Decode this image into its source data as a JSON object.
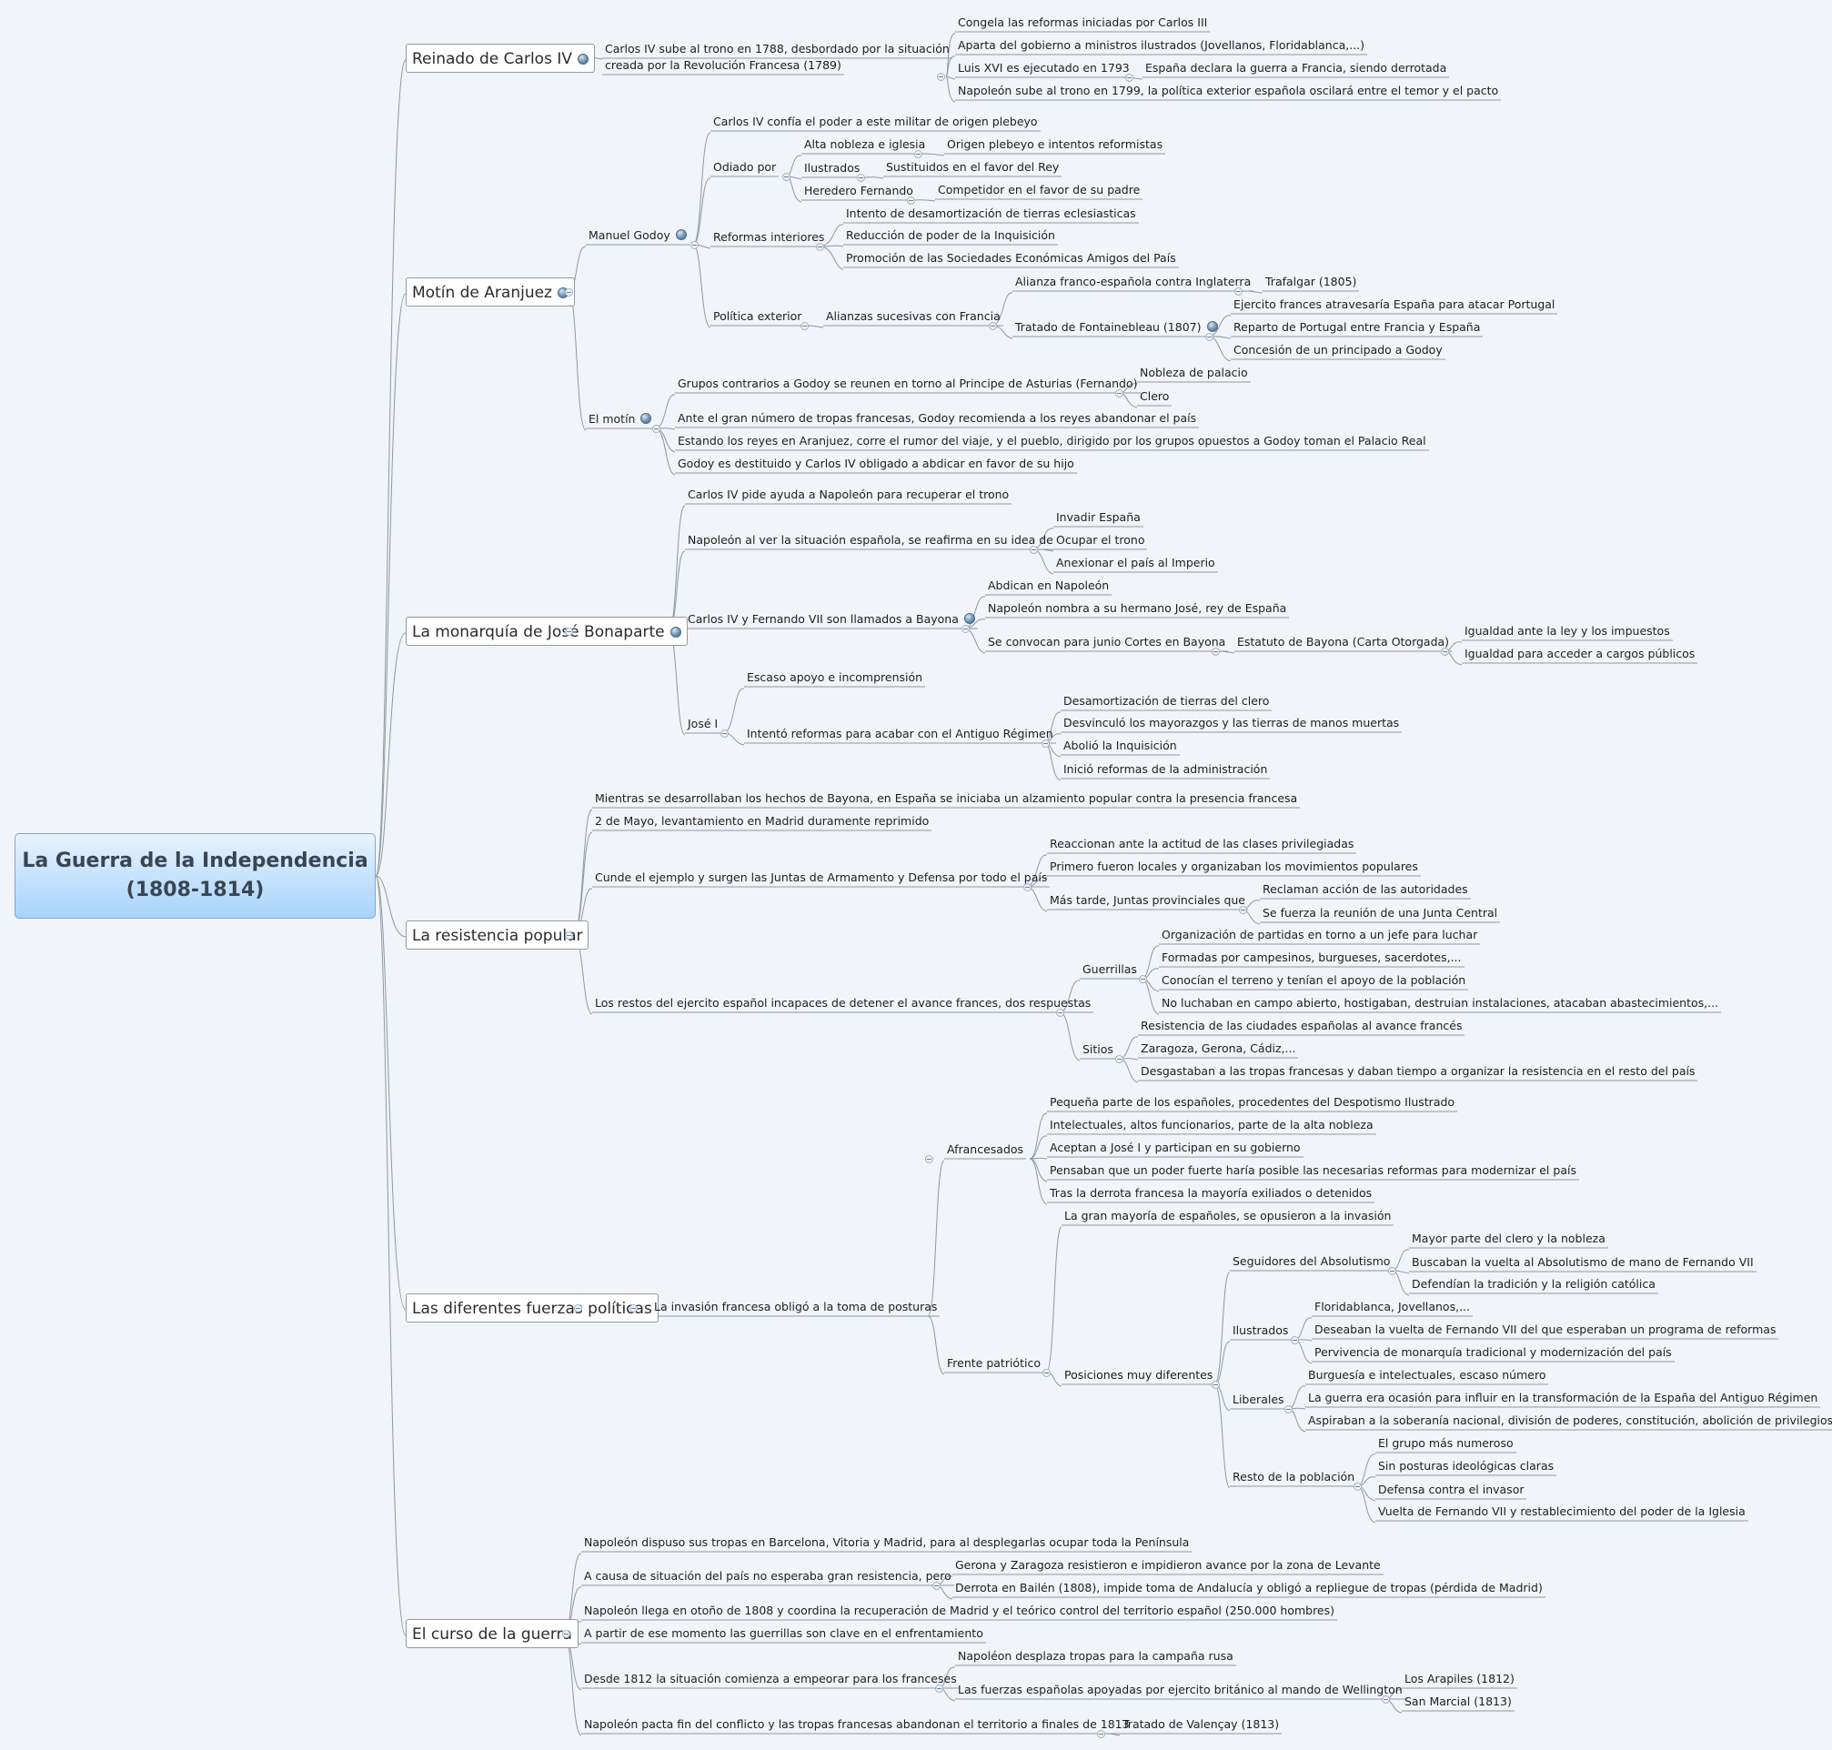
{
  "root": {
    "title_line1": "La Guerra de la Independencia",
    "title_line2": "(1808-1814)"
  },
  "branches": {
    "reinado": "Reinado de Carlos IV",
    "motin": "Motín de Aranjuez",
    "monarquia": "La monarquía de José Bonaparte",
    "resistencia": "La resistencia popular",
    "fuerzas": "Las diferentes fuerzas políticas",
    "curso": "El curso de la guerra"
  },
  "reinado": {
    "intro_line1": "Carlos IV sube al trono en 1788, desbordado por la situación",
    "intro_line2": "creada por la Revolución Francesa (1789)",
    "c1": "Congela las reformas iniciadas por Carlos III",
    "c2": "Aparta del gobierno a ministros ilustrados (Jovellanos, Floridablanca,...)",
    "c3": "Luis XVI es ejecutado en 1793",
    "c3a": "España declara la guerra a Francia, siendo derrotada",
    "c4": "Napoleón sube al trono en 1799, la política exterior española oscilará entre el temor y el pacto"
  },
  "motin": {
    "godoy": "Manuel Godoy",
    "g1": "Carlos IV confía el poder a este militar de origen plebeyo",
    "odiado": "Odiado por",
    "o1": "Alta nobleza e iglesia",
    "o1a": "Origen plebeyo e intentos reformistas",
    "o2": "Ilustrados",
    "o2a": "Sustituidos en el favor del Rey",
    "o3": "Heredero Fernando",
    "o3a": "Competidor en el favor de su padre",
    "reformas": "Reformas interiores",
    "r1": "Intento de desamortización de tierras eclesiasticas",
    "r2": "Reducción de poder de la Inquisición",
    "r3": "Promoción de las Sociedades Económicas Amigos del País",
    "politica": "Política exterior",
    "alianzas": "Alianzas sucesivas con Francia",
    "al1": "Alianza franco-española contra Inglaterra",
    "al1a": "Trafalgar (1805)",
    "al2": "Tratado de Fontainebleau (1807)",
    "t1": "Ejercito frances atravesaría España para atacar Portugal",
    "t2": "Reparto de Portugal entre Francia y España",
    "t3": "Concesión de un principado a Godoy",
    "motin": "El motín",
    "m1": "Grupos contrarios a Godoy se reunen en torno al Principe de Asturias (Fernando)",
    "m1a": "Nobleza de palacio",
    "m1b": "Clero",
    "m2": "Ante el gran número de tropas francesas, Godoy recomienda a los reyes abandonar el país",
    "m3": "Estando los reyes en Aranjuez, corre el rumor del viaje, y el pueblo, dirigido por los grupos opuestos a Godoy toman el Palacio Real",
    "m4": "Godoy es destituido y Carlos IV obligado a abdicar en favor de su hijo"
  },
  "monarquia": {
    "a1": "Carlos IV pide ayuda a Napoleón para recuperar el trono",
    "a2": "Napoleón al ver la situación española, se reafirma en su idea de",
    "a2a": "Invadir España",
    "a2b": "Ocupar el trono",
    "a2c": "Anexionar el país al Imperio",
    "a3": "Carlos IV y Fernando VII son llamados a Bayona",
    "a3a": "Abdican en Napoleón",
    "a3b": "Napoleón nombra a su hermano José, rey de España",
    "a3c": "Se convocan para junio Cortes en Bayona",
    "estatuto": "Estatuto de Bayona (Carta Otorgada)",
    "e1": "Igualdad ante la ley y los impuestos",
    "e2": "Igualdad para acceder a cargos públicos",
    "jose": "José I",
    "j1": "Escaso apoyo e incomprensión",
    "j2": "Intentó reformas para acabar con el Antiguo Régimen",
    "j2a": "Desamortización de tierras del clero",
    "j2b": "Desvinculó los mayorazgos y las tierras de manos muertas",
    "j2c": "Abolió la Inquisición",
    "j2d": "Inició reformas de la administración"
  },
  "resistencia": {
    "r1": "Mientras se desarrollaban los hechos de Bayona, en España se iniciaba un alzamiento popular contra la presencia francesa",
    "r2": "2 de Mayo, levantamiento en Madrid duramente reprimido",
    "r3": "Cunde el ejemplo y surgen las Juntas de Armamento y Defensa por todo el país",
    "r3a": "Reaccionan ante la actitud de las clases privilegiadas",
    "r3b": "Primero fueron locales y organizaban los movimientos populares",
    "r3c": "Más tarde, Juntas provinciales que",
    "r3c1": "Reclaman acción de las autoridades",
    "r3c2": "Se fuerza la reunión de una Junta Central",
    "r4": "Los restos del ejercito español incapaces de detener el avance frances, dos respuestas",
    "guerrillas": "Guerrillas",
    "g1": "Organización de partidas en torno a un jefe para luchar",
    "g2": "Formadas por campesinos, burgueses, sacerdotes,...",
    "g3": "Conocían el terreno y tenían el apoyo de la población",
    "g4": "No luchaban en campo abierto, hostigaban, destruian instalaciones, atacaban abastecimientos,...",
    "sitios": "Sitios",
    "s1": "Resistencia de las ciudades españolas al avance francés",
    "s2": "Zaragoza, Gerona, Cádiz,...",
    "s3": "Desgastaban a las tropas francesas y daban tiempo a organizar la resistencia en el resto del país"
  },
  "fuerzas": {
    "invasion": "La invasión francesa obligó a la toma de posturas",
    "afrancesados": "Afrancesados",
    "af1": "Pequeña parte de los españoles, procedentes del Despotismo Ilustrado",
    "af2": "Intelectuales, altos funcionarios, parte de la alta nobleza",
    "af3": "Aceptan a José I y participan en su gobierno",
    "af4": "Pensaban que un poder fuerte haría posible las necesarias reformas para modernizar el país",
    "af5": "Tras la derrota francesa la mayoría exiliados o detenidos",
    "frente": "Frente patriótico",
    "fp1": "La gran mayoría de españoles, se opusieron a la invasión",
    "posiciones": "Posiciones muy diferentes",
    "seguidores": "Seguidores del Absolutismo",
    "sa1": "Mayor parte del clero y la nobleza",
    "sa2": "Buscaban la vuelta al Absolutismo de mano de Fernando VII",
    "sa3": "Defendían la tradición y la religión católica",
    "ilustrados": "Ilustrados",
    "il1": "Floridablanca, Jovellanos,...",
    "il2": "Deseaban la vuelta de Fernando VII del que esperaban un programa de reformas",
    "il3": "Pervivencia de monarquía tradicional y modernización del país",
    "liberales": "Liberales",
    "li1": "Burguesía e intelectuales, escaso número",
    "li2": "La guerra era ocasión para influir en la transformación de la España del Antiguo Régimen",
    "li3": "Aspiraban a la soberanía nacional, división de poderes, constitución, abolición de privilegios,...",
    "resto": "Resto de la población",
    "re1": "El grupo más numeroso",
    "re2": "Sin posturas ideológicas claras",
    "re3": "Defensa contra el invasor",
    "re4": "Vuelta de Fernando VII y restablecimiento del poder de la Iglesia"
  },
  "curso": {
    "c1": "Napoleón dispuso sus tropas en Barcelona, Vitoria y Madrid, para al desplegarlas ocupar toda la Península",
    "c2": "A causa de situación del país no esperaba gran resistencia, pero",
    "c2a": "Gerona y Zaragoza resistieron e impidieron avance por la zona de Levante",
    "c2b": "Derrota en Bailén (1808), impide toma de Andalucía y obligó a repliegue de tropas (pérdida de Madrid)",
    "c3": "Napoleón llega en otoño de 1808 y coordina la recuperación de Madrid y el teórico control del territorio español (250.000 hombres)",
    "c4": "A partir de ese momento las guerrillas son clave en el enfrentamiento",
    "c5": "Desde 1812 la situación comienza a empeorar para los franceses",
    "c5a": "Napoléon desplaza tropas para la campaña rusa",
    "c5b": "Las fuerzas españolas apoyadas por ejercito británico al mando de Wellington",
    "c5b1": "Los Arapiles (1812)",
    "c5b2": "San Marcial (1813)",
    "c6": "Napoleón pacta fin del conflicto y las tropas francesas abandonan el territorio a finales de 1813",
    "c6a": "Tratado de Valençay (1813)"
  },
  "colors": {
    "line": "#8e98a3",
    "root_top": "#e6f3ff",
    "root_bottom": "#a8d3fb",
    "background": "#f1f4f8"
  },
  "icons": [
    "globe-icon",
    "collapse-icon"
  ]
}
